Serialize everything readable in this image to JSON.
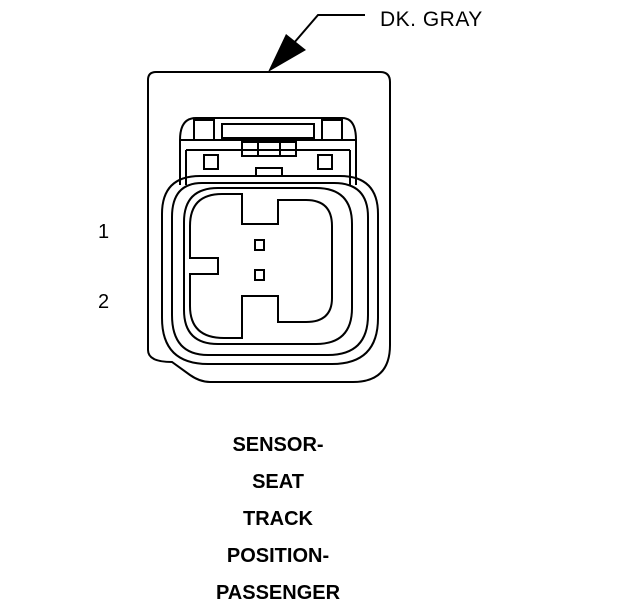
{
  "callout": {
    "color_label": "DK. GRAY"
  },
  "pins": [
    {
      "number": "1"
    },
    {
      "number": "2"
    }
  ],
  "caption": {
    "lines": [
      "SENSOR-",
      "SEAT",
      "TRACK",
      "POSITION-",
      "PASSENGER"
    ]
  },
  "colors": {
    "line": "#000000",
    "background": "#ffffff"
  }
}
